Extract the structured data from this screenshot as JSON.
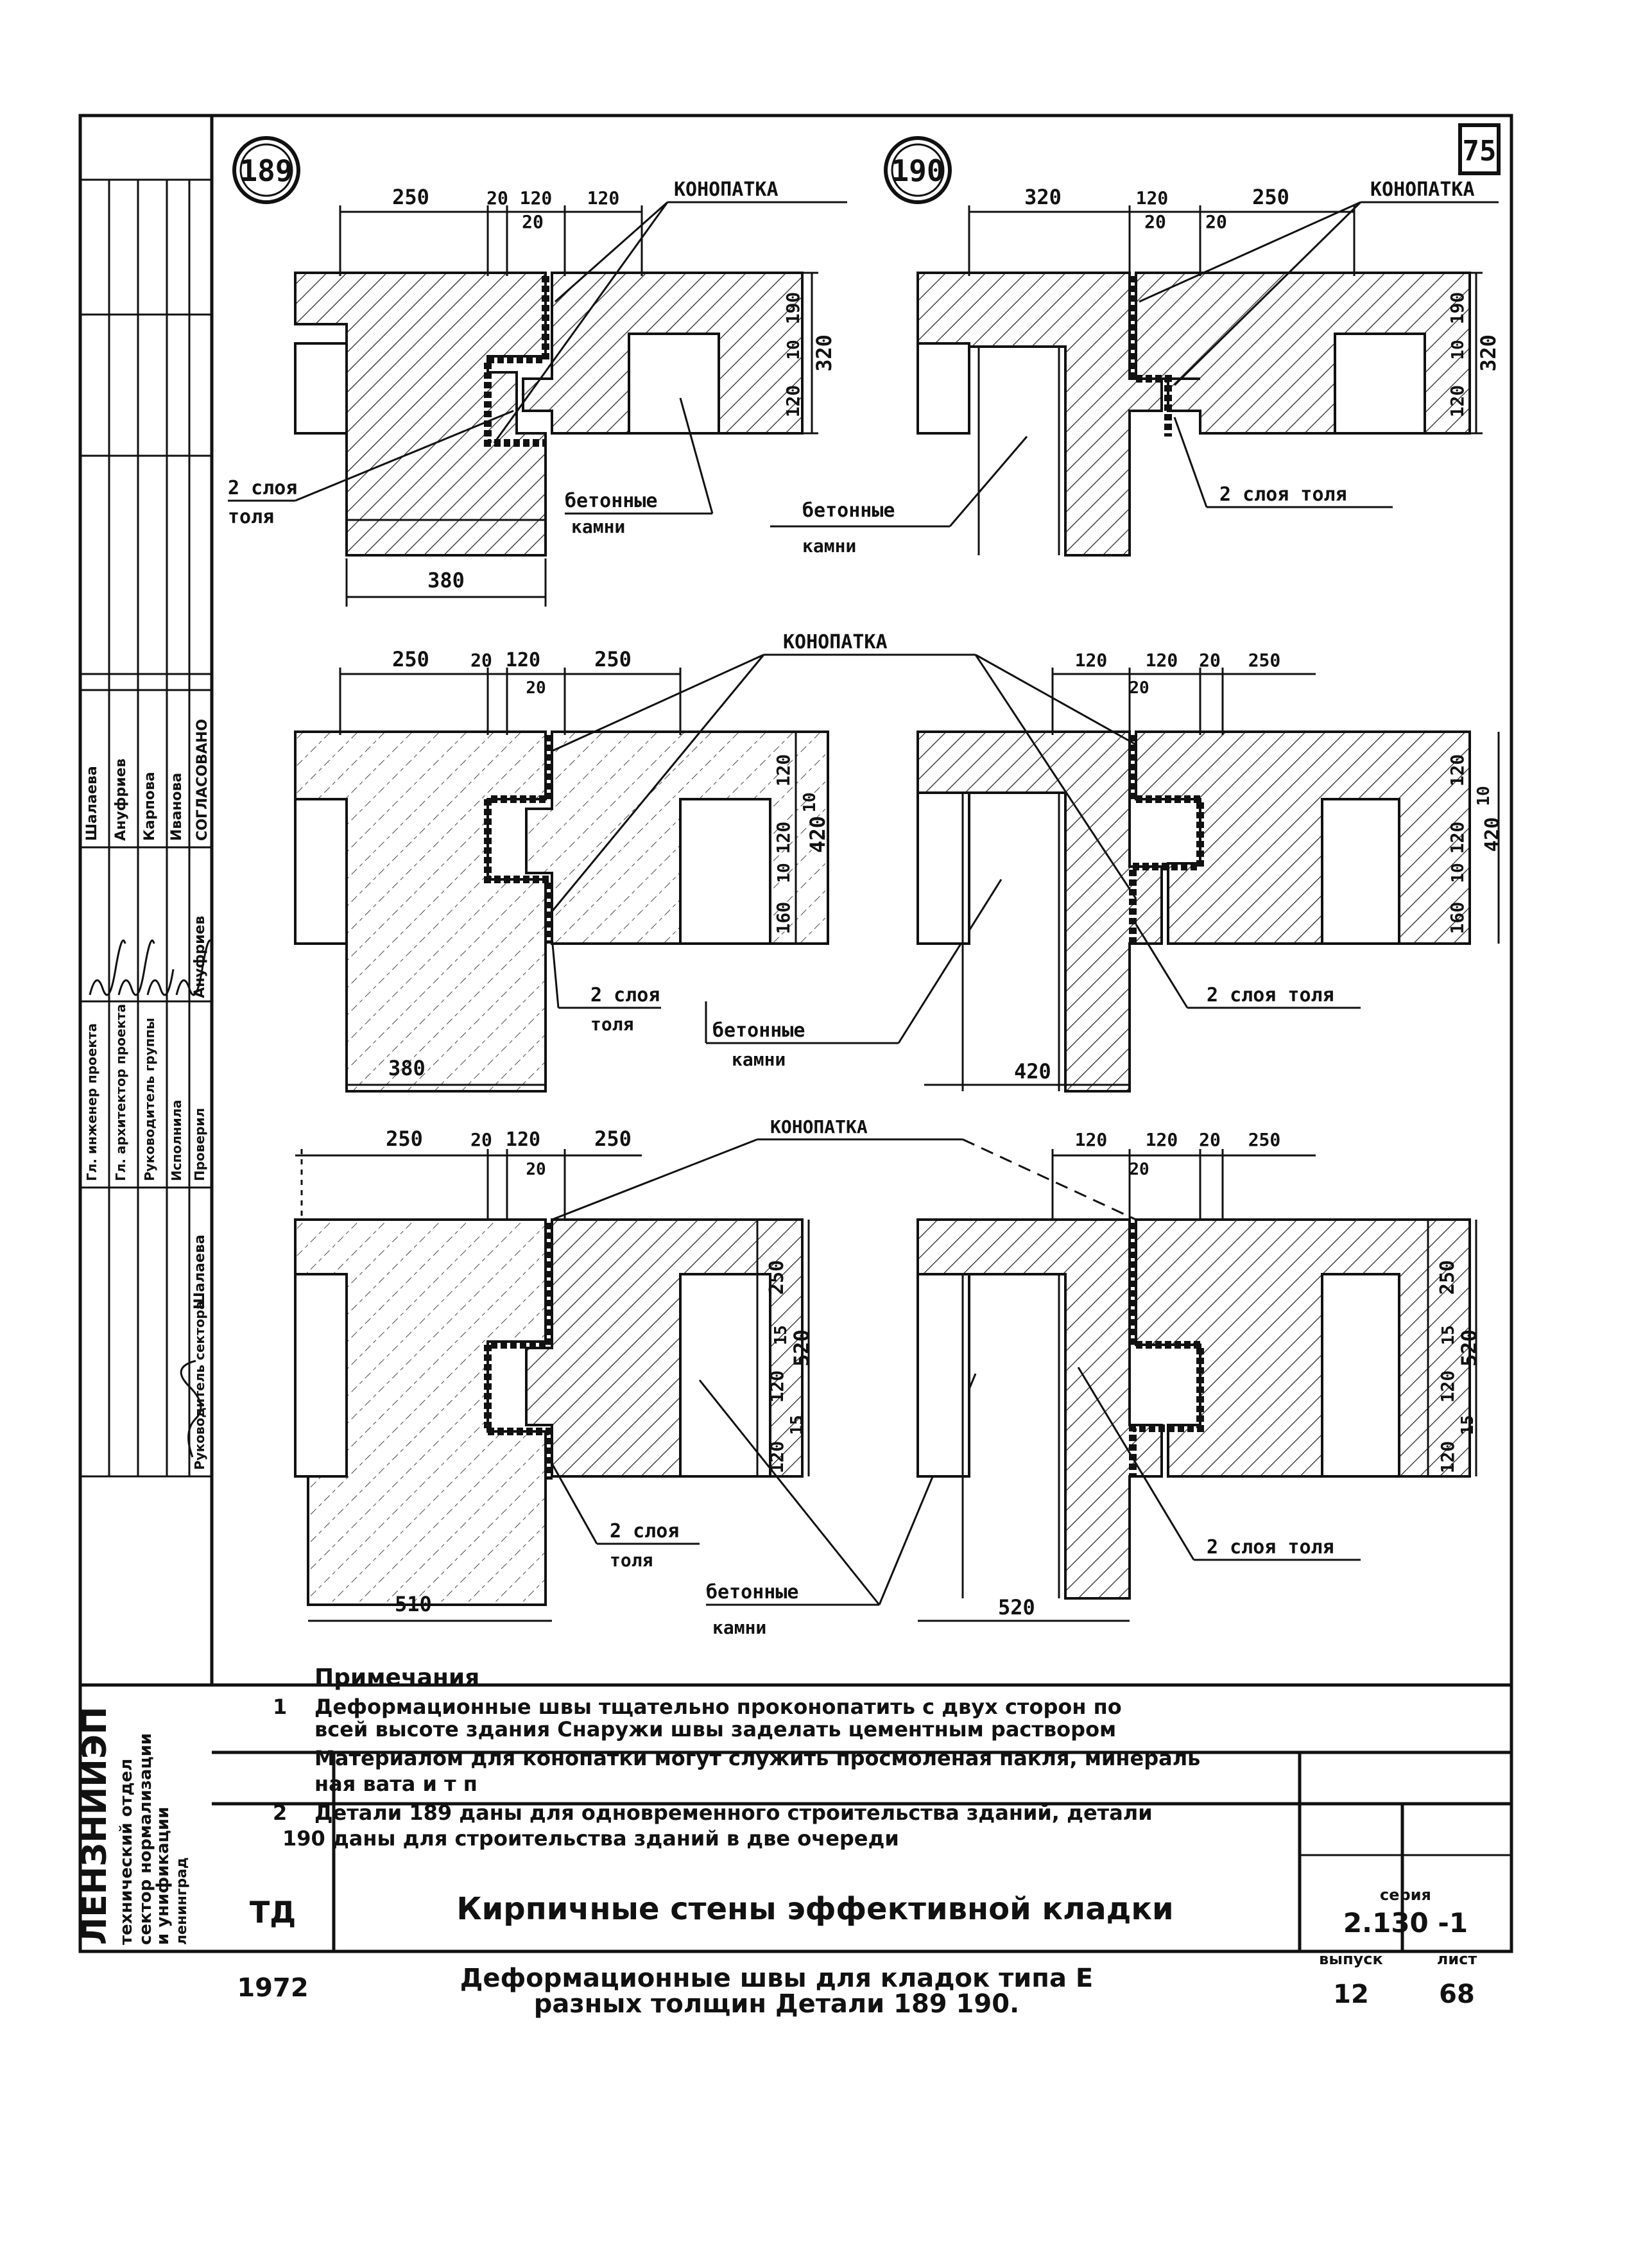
{
  "sheet_number": "75",
  "details": [
    {
      "id": "189",
      "dims_top": [
        "250",
        "20",
        "120",
        "120"
      ],
      "dim_20": "20",
      "dims_right": [
        "190",
        "10",
        "120",
        "320"
      ],
      "dim_bottom": "380"
    },
    {
      "id": "190",
      "dims_top": [
        "320",
        "120",
        "250"
      ],
      "dim_20a": "20",
      "dim_20b": "20",
      "dims_right": [
        "190",
        "10",
        "120",
        "320"
      ]
    }
  ],
  "row2": {
    "left": {
      "dims_top": [
        "250",
        "20",
        "120",
        "250"
      ],
      "dim_20": "20",
      "dims_right": [
        "120",
        "10",
        "120",
        "10",
        "420",
        "160"
      ],
      "dim_bottom": "380"
    },
    "right": {
      "dims_top": [
        "120",
        "120",
        "20",
        "250"
      ],
      "dim_20": "20",
      "dims_right": [
        "120",
        "10",
        "120",
        "10",
        "420",
        "160"
      ],
      "dim_bottom": "420"
    }
  },
  "row3": {
    "left": {
      "dims_top": [
        "250",
        "20",
        "120",
        "250"
      ],
      "dim_20": "20",
      "dims_right": [
        "250",
        "15",
        "520",
        "120",
        "15",
        "120"
      ],
      "dim_bottom": "510"
    },
    "right": {
      "dims_top": [
        "120",
        "120",
        "20",
        "250"
      ],
      "dim_20": "20",
      "dims_right": [
        "250",
        "15",
        "520",
        "120",
        "15",
        "120"
      ],
      "dim_bottom": "520"
    }
  },
  "labels": {
    "konopatka": "КОНОПАТКА",
    "two_layer_line1": "2 слоя",
    "two_layer_line2": "толя",
    "two_layer_full": "2 слоя толя",
    "concrete_line1": "бетонные",
    "concrete_line2": "камни"
  },
  "notes": {
    "heading": "Примечания",
    "n1_num": "1",
    "n1_l1": "Деформационные   швы   тщательно  проконопатить  с двух  сторон  по",
    "n1_l2": "всей  высоте здания  Снаружи  швы  заделать цементным  раствором",
    "n1_l3": "Материалом для  конопатки  могут  служить  просмоленая  пакля, минераль",
    "n1_l4": "ная вата  и т п",
    "n2_num": "2",
    "n2_l1": "Детали 189 даны для одновременного строительства зданий,  детали",
    "n2_l2": "190 даны для строительства  зданий  в две  очереди"
  },
  "title_block": {
    "td": "ТД",
    "year": "1972",
    "title": "Кирпичные  стены  эффективной  кладки",
    "subtitle_l1": "Деформационные  швы  для кладок  типа Е",
    "subtitle_l2": "разных толщин            Детали  189 190.",
    "series_label": "серия",
    "series": "2.130 -1",
    "issue_label": "выпуск",
    "issue": "12",
    "sheet_label": "лист",
    "sheet": "68"
  },
  "side_stamp": {
    "org": "ЛЕНЗНИИЭП",
    "dept_l1": "технический отдел",
    "dept_l2": "сектор нормализации",
    "dept_l3": "и унификации",
    "city": "ленинград",
    "roles": [
      "СОГЛАСОВАНО",
      "Гл. инженер проекта",
      "Гл. архитектор проекта",
      "Руководитель группы",
      "Исполнила",
      "Проверил",
      "Руководитель сектора"
    ],
    "names": [
      "Шалаева",
      "Ануфриев",
      "Карпова",
      "Иванова",
      "Ануфриев",
      "Шалаева"
    ]
  }
}
